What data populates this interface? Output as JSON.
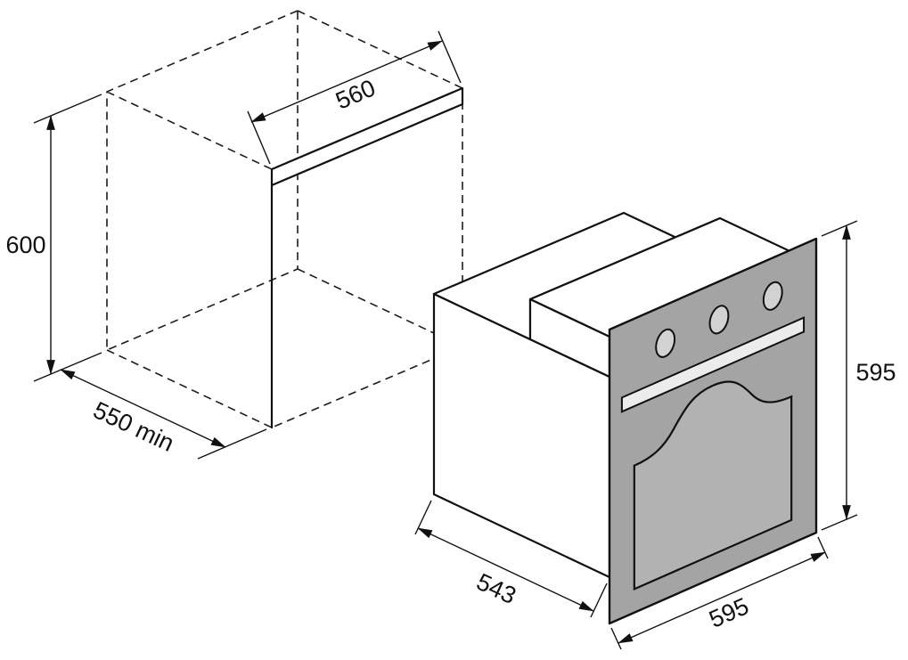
{
  "diagram": {
    "dimensions": {
      "cabinet_height": "600",
      "cabinet_opening_width": "560",
      "cabinet_depth": "550 min",
      "oven_body_depth": "543",
      "oven_front_height": "595",
      "oven_front_width": "595"
    },
    "colors": {
      "line": "#111111",
      "panel": "#a4a4a4",
      "door_glass": "#b2b2b2",
      "handle": "#ececec",
      "knob": "#d2d2d2",
      "background": "#ffffff"
    }
  }
}
